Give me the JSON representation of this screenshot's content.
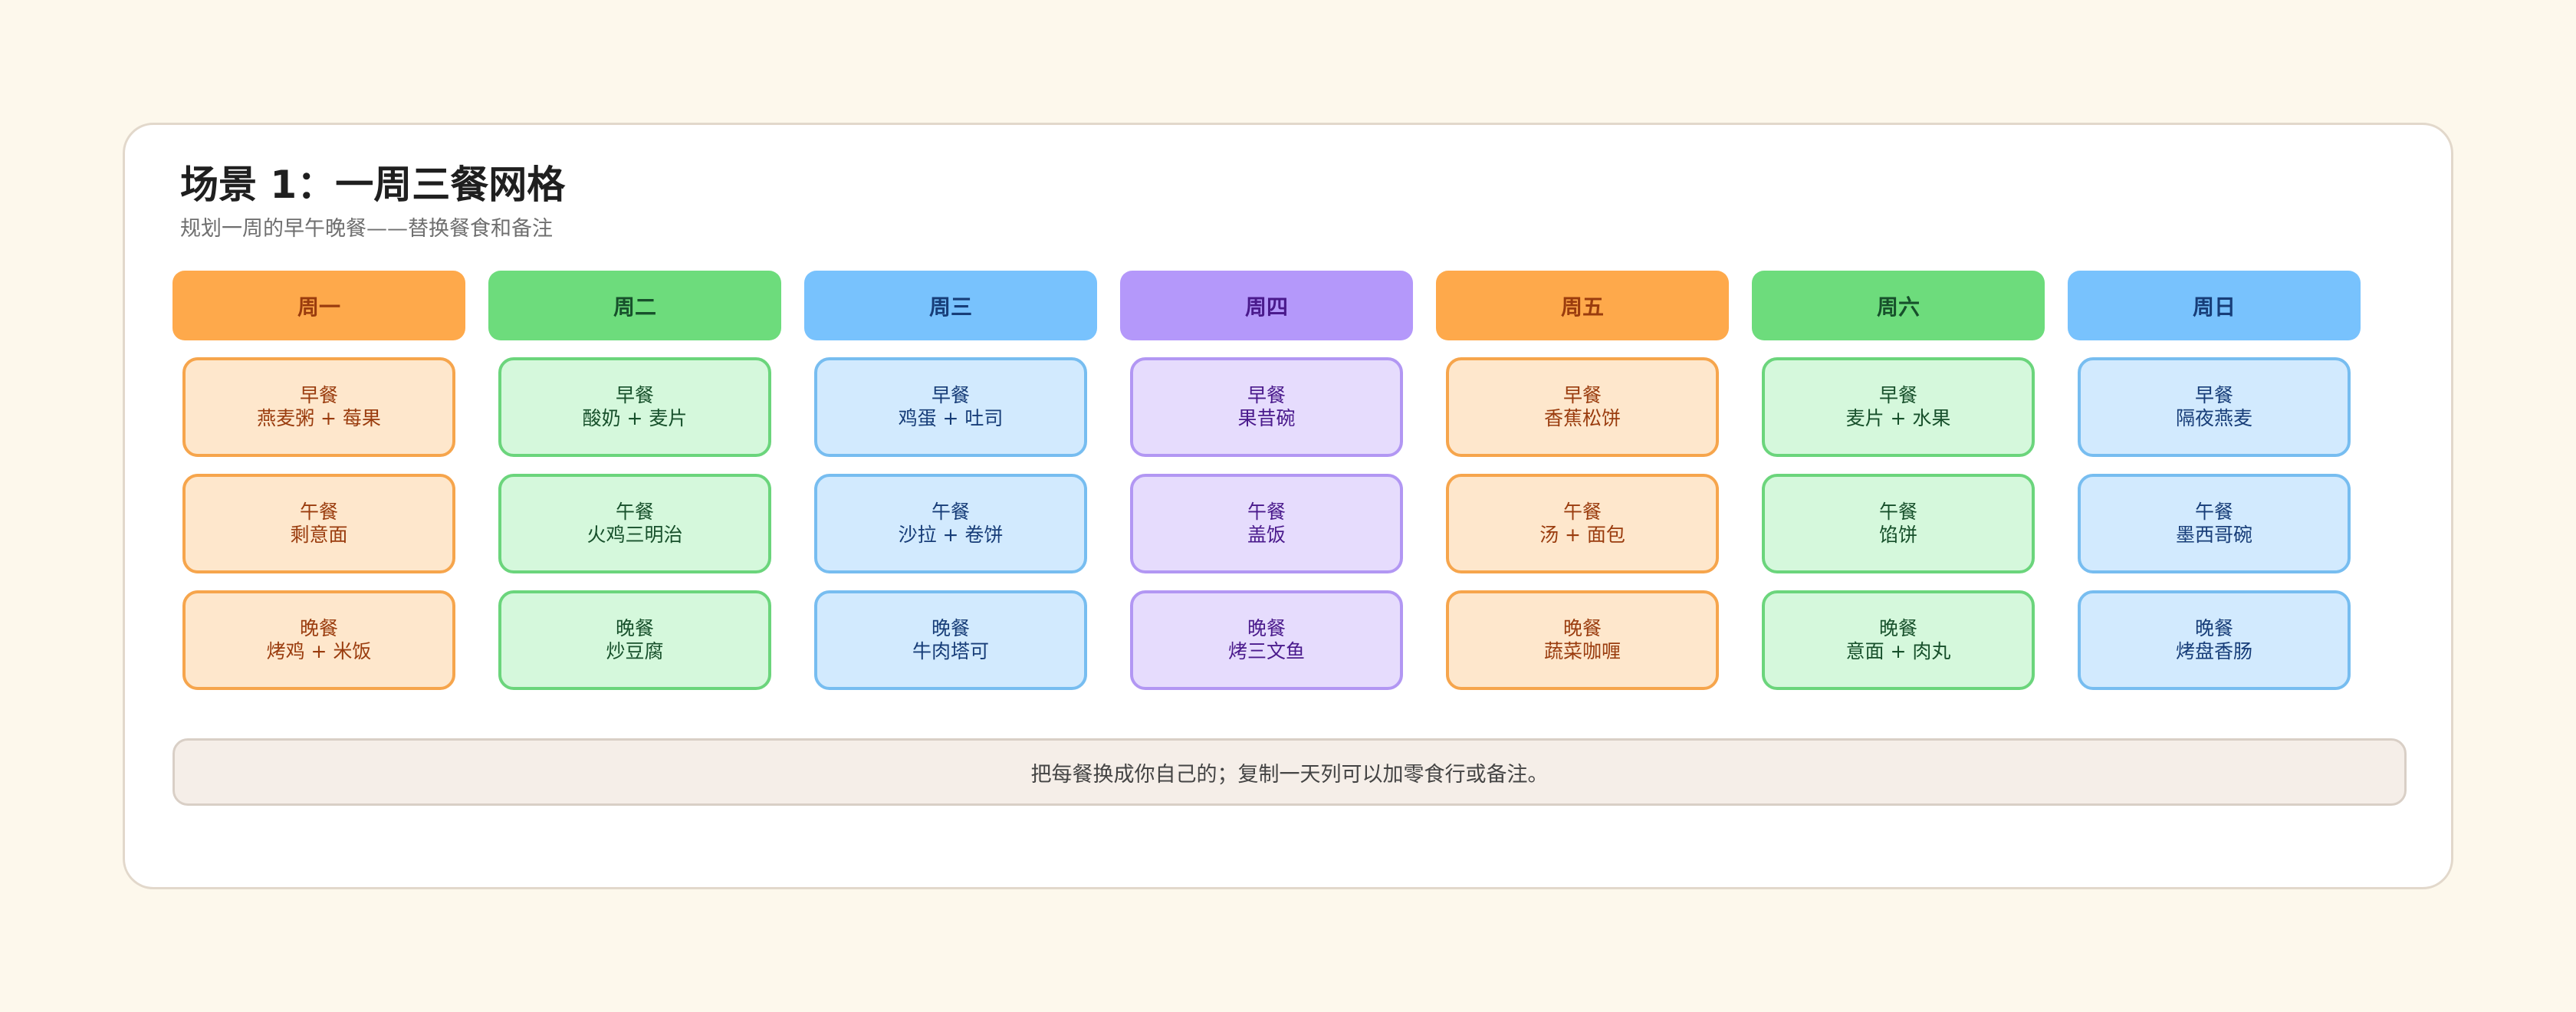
{
  "title": "场景 1：一周三餐网格",
  "subtitle": "规划一周的早午晚餐——替换餐食和备注",
  "meal_labels": [
    "早餐",
    "午餐",
    "晚餐"
  ],
  "colors": {
    "orange": {
      "header": "#fea94b",
      "header_text": "#9a3c0e",
      "fill": "#fee7cc",
      "border": "#f6a54c",
      "text": "#9a3c0e"
    },
    "green": {
      "header": "#6ddc7c",
      "header_text": "#17502b",
      "fill": "#d5f8dc",
      "border": "#6bd57c",
      "text": "#17502b"
    },
    "blue": {
      "header": "#78c2fd",
      "header_text": "#173d78",
      "fill": "#d2eafe",
      "border": "#77bdf0",
      "text": "#173d78"
    },
    "purple": {
      "header": "#b498fa",
      "header_text": "#4a1a8c",
      "fill": "#e6dcfd",
      "border": "#b297f3",
      "text": "#4a1a8c"
    }
  },
  "days": [
    {
      "name": "周一",
      "color": "orange",
      "meals": [
        "燕麦粥 + 莓果",
        "剩意面",
        "烤鸡 + 米饭"
      ]
    },
    {
      "name": "周二",
      "color": "green",
      "meals": [
        "酸奶 + 麦片",
        "火鸡三明治",
        "炒豆腐"
      ]
    },
    {
      "name": "周三",
      "color": "blue",
      "meals": [
        "鸡蛋 + 吐司",
        "沙拉 + 卷饼",
        "牛肉塔可"
      ]
    },
    {
      "name": "周四",
      "color": "purple",
      "meals": [
        "果昔碗",
        "盖饭",
        "烤三文鱼"
      ]
    },
    {
      "name": "周五",
      "color": "orange",
      "meals": [
        "香蕉松饼",
        "汤 + 面包",
        "蔬菜咖喱"
      ]
    },
    {
      "name": "周六",
      "color": "green",
      "meals": [
        "麦片 + 水果",
        "馅饼",
        "意面 + 肉丸"
      ]
    },
    {
      "name": "周日",
      "color": "blue",
      "meals": [
        "隔夜燕麦",
        "墨西哥碗",
        "烤盘香肠"
      ]
    }
  ],
  "footer": "把每餐换成你自己的；复制一天列可以加零食行或备注。"
}
